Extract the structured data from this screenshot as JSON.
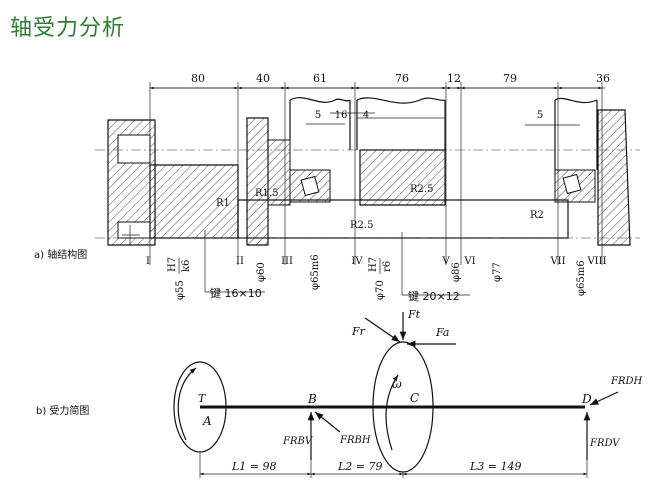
{
  "title": "轴受力分析",
  "structure": {
    "caption": "a) 轴结构图",
    "dimensions": [
      "80",
      "40",
      "61",
      "76",
      "12",
      "79",
      "36"
    ],
    "small_dims": [
      "5",
      "16",
      "4",
      "5"
    ],
    "sections": [
      "I",
      "II",
      "III",
      "IV",
      "V",
      "VI",
      "VII",
      "VIII"
    ],
    "radii": [
      "R1",
      "R1.5",
      "R2.5",
      "R2.5",
      "R2"
    ],
    "diameters": [
      "φ55",
      "φ60",
      "φ65m6",
      "φ70",
      "φ86",
      "φ77",
      "φ65m6"
    ],
    "fit1": {
      "num": "H7",
      "den": "k6"
    },
    "fit2": {
      "num": "H7",
      "den": "r6"
    },
    "key1": "键 16×10",
    "key2": "键 20×12"
  },
  "force_diagram": {
    "caption": "b) 受力简图",
    "points": {
      "A": "A",
      "B": "B",
      "C": "C",
      "D": "D"
    },
    "torque": "T",
    "omega": "ω",
    "forces": {
      "Fr": "Fr",
      "Ft": "Ft",
      "Fa": "Fa",
      "FRBV": "FRBV",
      "FRBH": "FRBH",
      "FRDH": "FRDH",
      "FRDV": "FRDV"
    },
    "spans": [
      "L1 = 98",
      "L2 = 79",
      "L3 = 149"
    ]
  }
}
